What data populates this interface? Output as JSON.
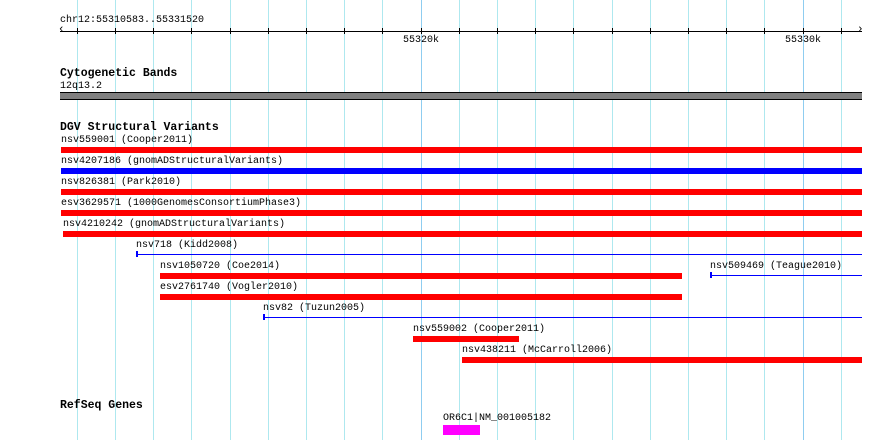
{
  "region": {
    "label": "chr12:55310583..55331520",
    "start": 55310583,
    "end": 55331520
  },
  "ruler": {
    "major_labels": [
      {
        "pos": 55320000,
        "label": "55320k"
      },
      {
        "pos": 55330000,
        "label": "55330k"
      }
    ],
    "tick_interval_bp": 1000
  },
  "colors": {
    "loss": "#ff0000",
    "gain": "#0000ff",
    "gene": "#ff00ff",
    "band": "#808080"
  },
  "cytoband": {
    "title": "Cytogenetic Bands",
    "band": "12q13.2"
  },
  "dgv": {
    "title": "DGV Structural Variants",
    "rows": [
      {
        "label": "nsv559001 (Cooper2011)",
        "start": 55310583,
        "end": 55331557,
        "style": "thick",
        "color": "loss"
      },
      {
        "label": "nsv4207186 (gnomADStructuralVariants)",
        "start": 55310583,
        "end": 55331557,
        "style": "thick",
        "color": "gain"
      },
      {
        "label": "nsv826381 (Park2010)",
        "start": 55310583,
        "end": 55331557,
        "style": "thick",
        "color": "loss"
      },
      {
        "label": "esv3629571 (1000GenomesConsortiumPhase3)",
        "start": 55310583,
        "end": 55331557,
        "style": "thick",
        "color": "loss"
      },
      {
        "label": "nsv4210242 (gnomADStructuralVariants)",
        "start": 55310641,
        "end": 55331557,
        "style": "thick",
        "color": "loss"
      },
      {
        "label": "nsv718 (Kidd2008)",
        "start": 55312552,
        "end": 55331557,
        "style": "thin",
        "color": "gain"
      },
      {
        "label": "nsv1050720 (Coe2014)",
        "start": 55313180,
        "end": 55326845,
        "style": "thick",
        "color": "loss"
      },
      {
        "label": "nsv509469 (Teague2010)",
        "start": 55327578,
        "end": 55331557,
        "style": "thin",
        "color": "gain",
        "same_row_as_prev": true
      },
      {
        "label": "esv2761740 (Vogler2010)",
        "start": 55313180,
        "end": 55326845,
        "style": "thick",
        "color": "loss"
      },
      {
        "label": "nsv82 (Tuzun2005)",
        "start": 55315876,
        "end": 55331557,
        "style": "thin",
        "color": "gain"
      },
      {
        "label": "nsv559002 (Cooper2011)",
        "start": 55319803,
        "end": 55322578,
        "style": "thick",
        "color": "loss"
      },
      {
        "label": "nsv438211 (McCarroll2006)",
        "start": 55321086,
        "end": 55331557,
        "style": "thick",
        "color": "loss"
      }
    ]
  },
  "refseq": {
    "title": "RefSeq Genes",
    "genes": [
      {
        "label": "OR6C1|NM_001005182",
        "start": 55320588,
        "end": 55321557
      }
    ]
  }
}
